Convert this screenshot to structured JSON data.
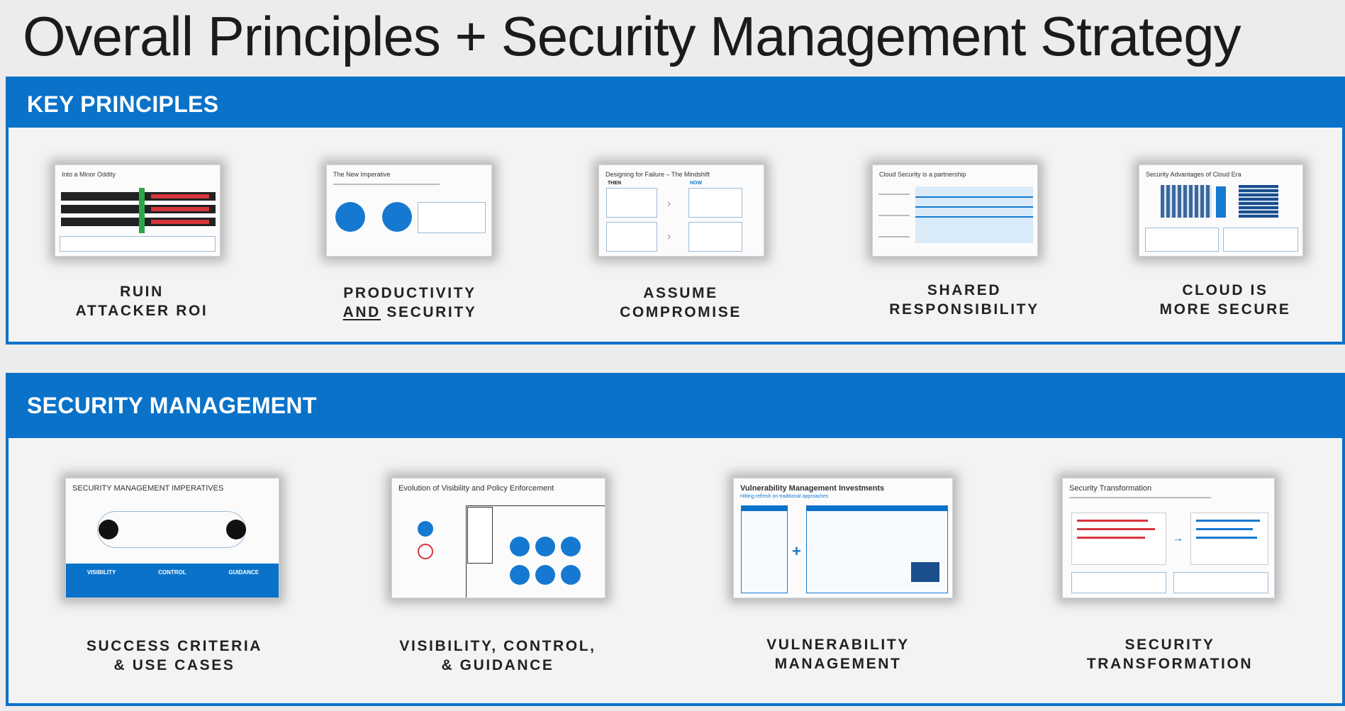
{
  "page": {
    "title": "Overall Principles + Security Management Strategy"
  },
  "key_principles": {
    "header": "KEY PRINCIPLES",
    "cards": [
      {
        "line1": "RUIN",
        "line2": "ATTACKER ROI",
        "thumb_title": "Into a Minor Oddity"
      },
      {
        "line1": "PRODUCTIVITY",
        "line2a": "AND",
        "line2b": " SECURITY",
        "thumb_title": "The New Imperative"
      },
      {
        "line1": "ASSUME",
        "line2": "COMPROMISE",
        "thumb_title": "Designing for Failure – The Mindshift",
        "then": "THEN",
        "now": "NOW"
      },
      {
        "line1": "SHARED",
        "line2": "RESPONSIBILITY",
        "thumb_title": "Cloud Security is a partnership"
      },
      {
        "line1": "CLOUD IS",
        "line2": "MORE SECURE",
        "thumb_title": "Security Advantages of Cloud Era"
      }
    ]
  },
  "security_management": {
    "header": "SECURITY MANAGEMENT",
    "cards": [
      {
        "line1": "SUCCESS CRITERIA",
        "line2": "& USE CASES",
        "thumb_title": "SECURITY MANAGEMENT IMPERATIVES",
        "bands": [
          "VISIBILITY",
          "CONTROL",
          "GUIDANCE"
        ]
      },
      {
        "line1": "VISIBILITY, CONTROL,",
        "line2": "& GUIDANCE",
        "thumb_title": "Evolution of Visibility and Policy Enforcement"
      },
      {
        "line1": "VULNERABILITY",
        "line2": "MANAGEMENT",
        "thumb_title": "Vulnerability Management Investments",
        "thumb_subtitle": "Hitting refresh on traditional approaches"
      },
      {
        "line1": "SECURITY",
        "line2": "TRANSFORMATION",
        "thumb_title": "Security Transformation"
      }
    ]
  },
  "colors": {
    "brand_blue": "#0a72c9",
    "alert_red": "#d6343c",
    "dark": "#222222"
  }
}
